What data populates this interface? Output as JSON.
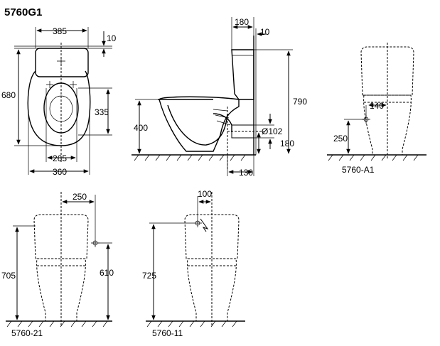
{
  "title": "5760G1",
  "top_view": {
    "d385": "385",
    "d10": "10",
    "d680": "680",
    "d335": "335",
    "d265": "265",
    "d360": "360"
  },
  "side_view": {
    "d180": "180",
    "d10": "10",
    "d790": "790",
    "d400": "400",
    "d102": "Ø102",
    "d180b": "180",
    "d130": "130"
  },
  "variant_a1": {
    "d140": "140",
    "d250": "250",
    "label": "5760-A1"
  },
  "variant_21": {
    "d250": "250",
    "d705": "705",
    "d610": "610",
    "label": "5760-21"
  },
  "variant_11": {
    "d100": "100",
    "d725": "725",
    "label": "5760-11"
  }
}
